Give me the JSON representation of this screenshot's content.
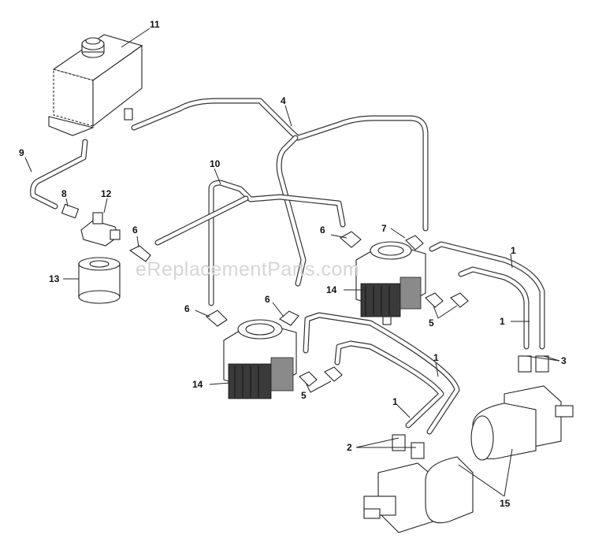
{
  "watermark": "eReplacementParts.com",
  "callouts": [
    {
      "id": "c11",
      "text": "11"
    },
    {
      "id": "c4",
      "text": "4"
    },
    {
      "id": "c9",
      "text": "9"
    },
    {
      "id": "c10",
      "text": "10"
    },
    {
      "id": "c8",
      "text": "8"
    },
    {
      "id": "c12",
      "text": "12"
    },
    {
      "id": "c6a",
      "text": "6"
    },
    {
      "id": "c6b",
      "text": "6"
    },
    {
      "id": "c6c",
      "text": "6"
    },
    {
      "id": "c6d",
      "text": "6"
    },
    {
      "id": "c7",
      "text": "7"
    },
    {
      "id": "c1a",
      "text": "1"
    },
    {
      "id": "c1b",
      "text": "1"
    },
    {
      "id": "c1c",
      "text": "1"
    },
    {
      "id": "c1d",
      "text": "1"
    },
    {
      "id": "c13",
      "text": "13"
    },
    {
      "id": "c14a",
      "text": "14"
    },
    {
      "id": "c14b",
      "text": "14"
    },
    {
      "id": "c5a",
      "text": "5"
    },
    {
      "id": "c5b",
      "text": "5"
    },
    {
      "id": "c3",
      "text": "3"
    },
    {
      "id": "c2",
      "text": "2"
    },
    {
      "id": "c15",
      "text": "15"
    }
  ]
}
